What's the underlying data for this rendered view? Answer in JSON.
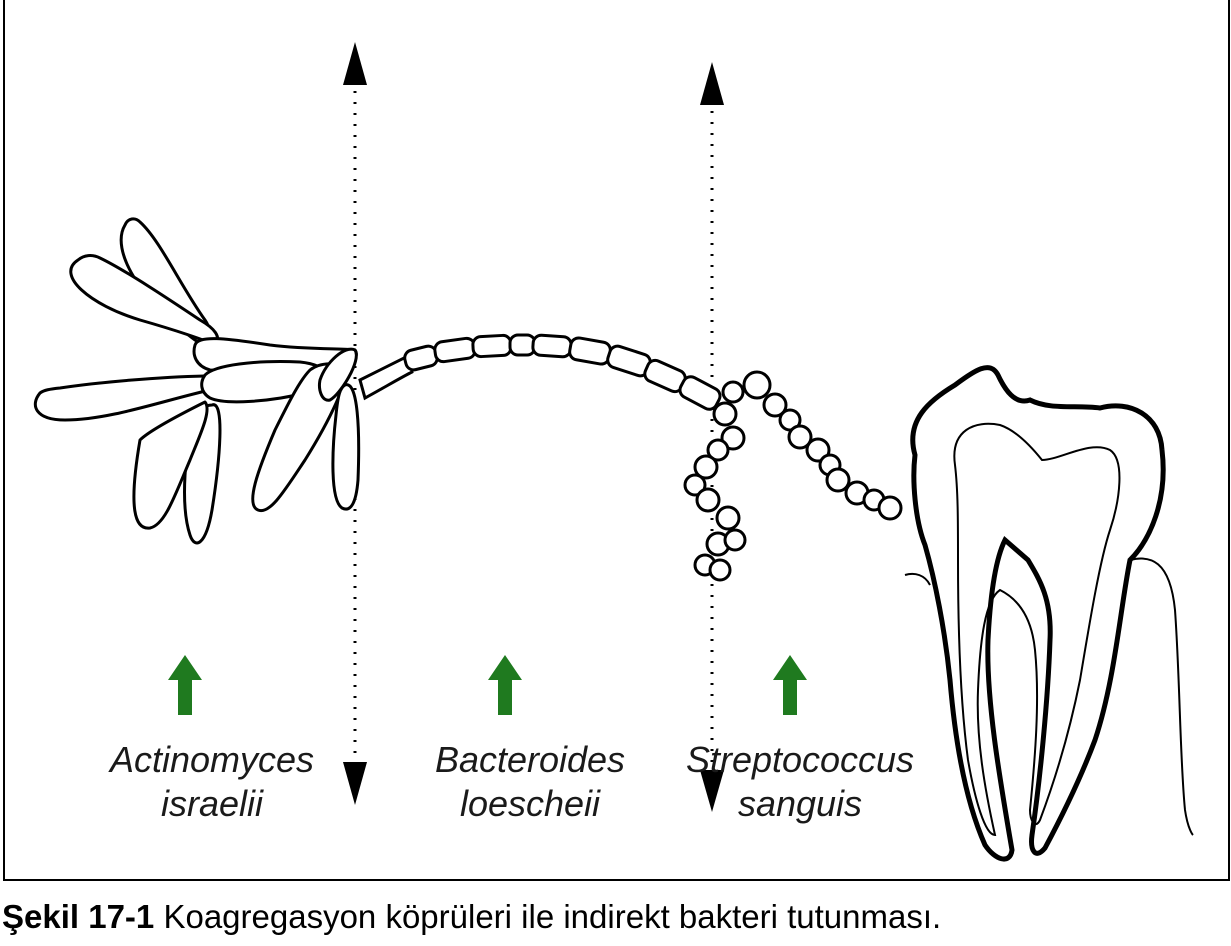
{
  "labels": {
    "actinomyces": [
      "Actinomyces",
      "israelii"
    ],
    "bacteroides": [
      "Bacteroides",
      "loescheii"
    ],
    "streptococcus": [
      "Streptococcus",
      "sanguis"
    ]
  },
  "caption": {
    "number": "Şekil 17-1",
    "text": "Koagregasyon köprüleri ile indirekt bakteri tutunması."
  },
  "colors": {
    "ink": "#000000",
    "arrow_green": "#1f7a1f"
  }
}
